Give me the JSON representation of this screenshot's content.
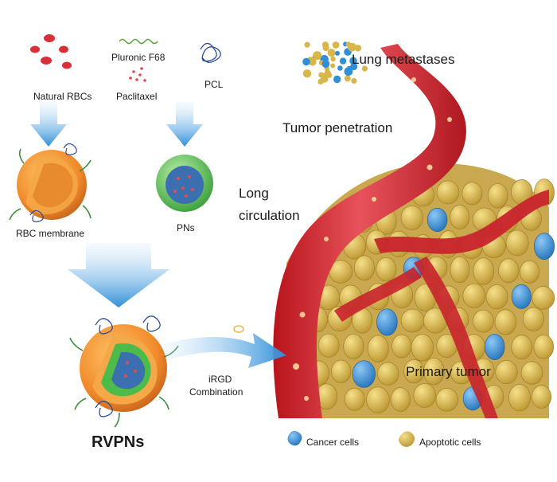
{
  "labels": {
    "natural_rbcs": "Natural RBCs",
    "pluronic": "Pluronic F68",
    "paclitaxel": "Paclitaxel",
    "pcl": "PCL",
    "rbc_membrane": "RBC membrane",
    "pns": "PNs",
    "rvpns": "RVPNs",
    "irgd_line1": "iRGD",
    "irgd_line2": "Combination",
    "lung_metastases": "Lung metastases",
    "tumor_penetration": "Tumor penetration",
    "long_line1": "Long",
    "long_line2": "circulation",
    "primary_tumor": "Primary tumor"
  },
  "legend": {
    "cancer_cells": "Cancer cells",
    "apoptotic_cells": "Apoptotic cells"
  },
  "colors": {
    "rbc_red": "#d8303a",
    "arrow_blue": "#2f8fd8",
    "shell_orange": "#f08a2a",
    "core_green": "#4dbb4a",
    "cancer_blue": "#2f8fd8",
    "apoptotic_tan": "#d8b64a"
  }
}
